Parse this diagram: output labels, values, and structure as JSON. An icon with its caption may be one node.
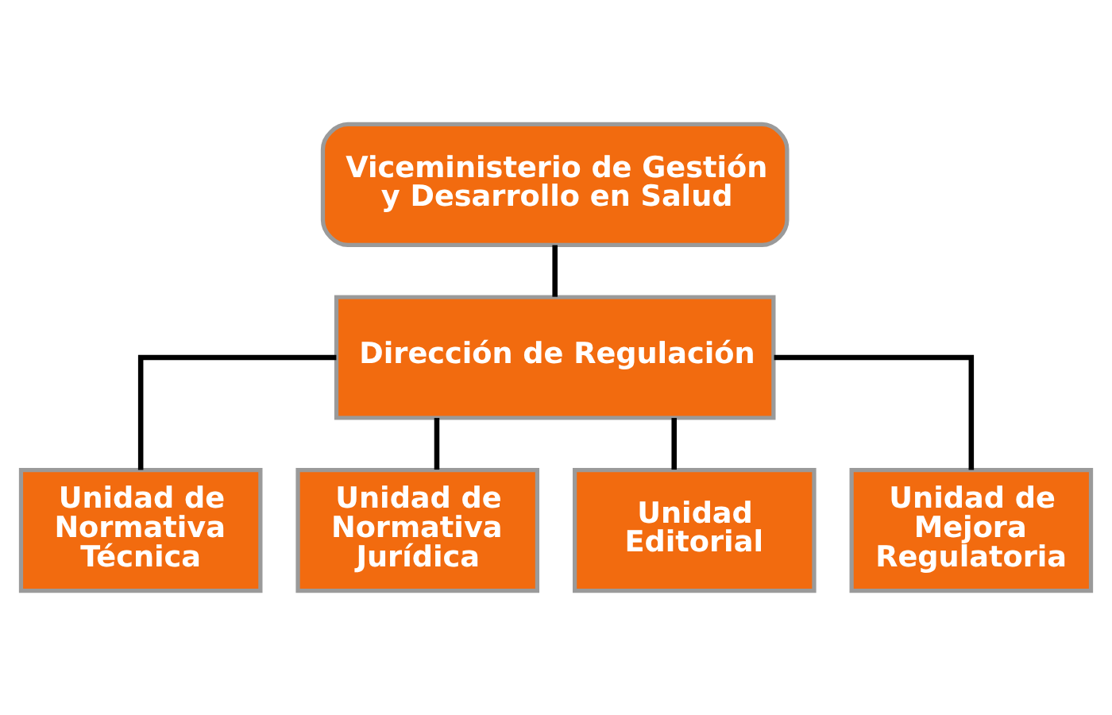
{
  "diagram": {
    "nodes": [
      {
        "text": [
          "Viceministerio de Gestión y Desarrollo en Salud"
        ]
      },
      {
        "text": [
          "Dirección de Regulación"
        ]
      },
      {
        "text": [
          "Unidad de Normativa Técnica"
        ]
      },
      {
        "text": [
          "Unidad de Normativa Jurídica"
        ]
      },
      {
        "text": [
          "Unidad Editorial"
        ]
      },
      {
        "text": [
          "Unidad de Mejora Regulatoria"
        ]
      }
    ],
    "edges": [
      {
        "from": 0,
        "to": 1,
        "arrow": "none"
      },
      {
        "from": 1,
        "to": 2,
        "arrow": "none"
      },
      {
        "from": 1,
        "to": 3,
        "arrow": "none"
      },
      {
        "from": 1,
        "to": 4,
        "arrow": "none"
      },
      {
        "from": 1,
        "to": 5,
        "arrow": "none"
      }
    ]
  }
}
